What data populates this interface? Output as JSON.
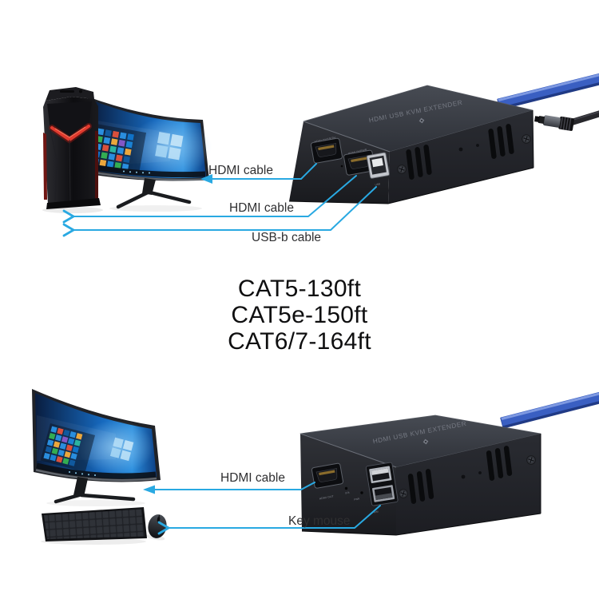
{
  "colors": {
    "background": "#ffffff",
    "connector_line": "#29a9e2",
    "ethernet_cable": "#3a5fc2",
    "label_text": "#2f2f31",
    "distance_text": "#0f0f10"
  },
  "top_section": {
    "transmitter": {
      "case_label": "HDMI USB KVM EXTENDER",
      "ports": {
        "hdmi1": "HDMI OUT/ETH",
        "hdmi2": "HDMI IN/PWR",
        "usb": "USB"
      }
    },
    "cable_labels": {
      "hdmi_monitor": "HDMI cable",
      "hdmi_pc": "HDMI cable",
      "usb_b": "USB-b cable"
    }
  },
  "distance_spec": {
    "line1": "CAT5-130ft",
    "line2": "CAT5e-150ft",
    "line3": "CAT6/7-164ft"
  },
  "bottom_section": {
    "receiver": {
      "case_label": "HDMI USB KVM EXTENDER",
      "ports": {
        "hdmi": "HDMI OUT",
        "status_led": "STA",
        "power_led": "PWR",
        "usb_km": "K/M"
      }
    },
    "cable_labels": {
      "hdmi_monitor": "HDMI cable",
      "key_mouse": "Key mouse"
    }
  }
}
